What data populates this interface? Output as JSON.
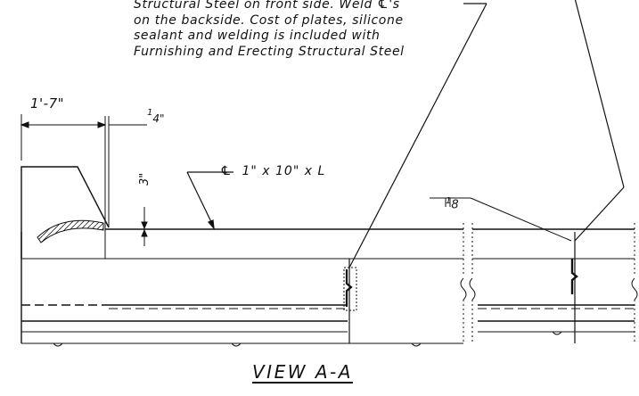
{
  "note": {
    "lines": [
      "Structural Steel on front side. Weld ℄'s",
      "on the backside. Cost of plates, silicone",
      "sealant and welding is included with",
      "Furnishing and Erecting Structural Steel"
    ]
  },
  "dimensions": {
    "main": "1'-7\"",
    "quarter_num": "1",
    "quarter_den": "4\"",
    "gap": "3\""
  },
  "plate_label": "1\" x 10\" x L",
  "plate_symbol": "℄",
  "gap_label": "1",
  "gap_den": "8",
  "view_title": "VIEW A-A"
}
